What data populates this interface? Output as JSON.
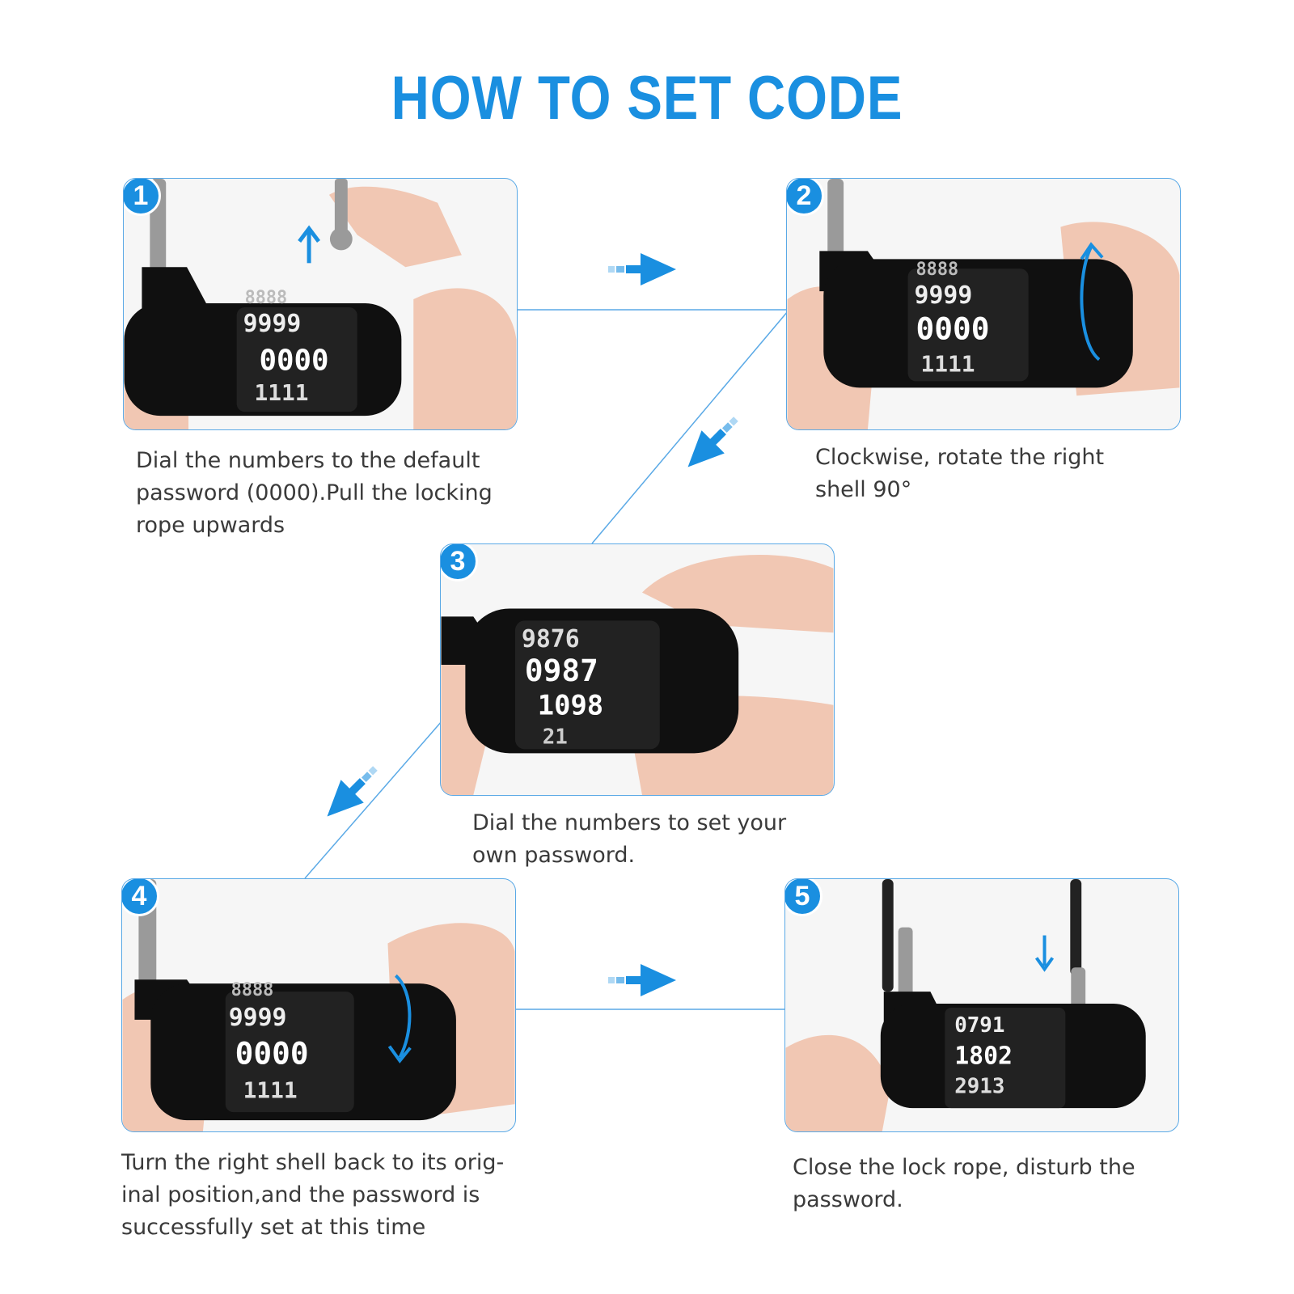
{
  "title": "HOW TO SET CODE",
  "colors": {
    "accent": "#1a8fe0",
    "border": "#5aa9e6",
    "lock": "#101010",
    "text": "#3a3a3a",
    "skin": "#f1c7b3"
  },
  "steps": [
    {
      "number": "1",
      "dial_rows": [
        "8888",
        "9999",
        "0000",
        "1111"
      ],
      "caption": [
        "Dial the numbers to the default",
        "password (0000).Pull the locking",
        "rope upwards"
      ]
    },
    {
      "number": "2",
      "dial_rows": [
        "8888",
        "9999",
        "0000",
        "1111"
      ],
      "caption": [
        "Clockwise, rotate the right",
        "shell 90°"
      ]
    },
    {
      "number": "3",
      "dial_rows": [
        "9876",
        "0987",
        "1098",
        "21"
      ],
      "caption": [
        "Dial the numbers to set your",
        "own password."
      ]
    },
    {
      "number": "4",
      "dial_rows": [
        "8888",
        "9999",
        "0000",
        "1111"
      ],
      "caption": [
        "Turn the right shell back to its orig-",
        "inal position,and the password is",
        "successfully set at this time"
      ]
    },
    {
      "number": "5",
      "dial_rows": [
        "0791",
        "1802",
        "2913"
      ],
      "caption": [
        "Close the lock rope, disturb the",
        "password."
      ]
    }
  ]
}
